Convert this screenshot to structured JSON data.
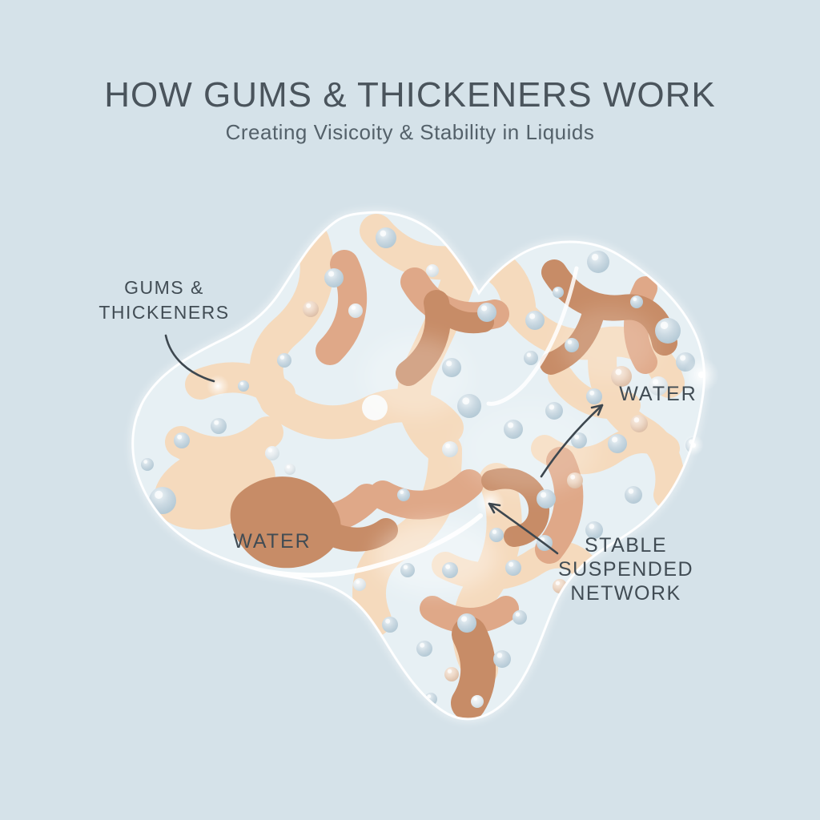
{
  "title": "HOW GUMS & THICKENERS WORK",
  "subtitle": "Creating Visicoity & Stability in Liquids",
  "labels": {
    "gums": {
      "line1": "GUMS &",
      "line2": "THICKENERS"
    },
    "water_left": "WATER",
    "water_right": "WATER",
    "network": {
      "line1": "STABLE",
      "line2": "SUSPENDED",
      "line3": "NETWORK"
    }
  },
  "colors": {
    "background": "#d5e2e9",
    "droplet_fill": "#e7f0f4",
    "droplet_edge": "#ffffff",
    "gum_light": "#f5dabd",
    "gum_mid": "#dfa888",
    "gum_dark": "#c78c67",
    "bubble_blue": "#bed1dc",
    "bubble_peach": "#ecd9ca",
    "bubble_pale": "#e9eef0",
    "text_heading": "#4a545c",
    "text_label": "#414c54",
    "arrow": "#3d474f"
  },
  "scene": {
    "bubbles": [
      [
        482,
        297,
        13,
        "b"
      ],
      [
        540,
        338,
        8,
        "pa"
      ],
      [
        417,
        347,
        12,
        "b"
      ],
      [
        388,
        386,
        10,
        "pe"
      ],
      [
        444,
        388,
        9,
        "pa"
      ],
      [
        608,
        390,
        12,
        "b"
      ],
      [
        668,
        400,
        12,
        "b"
      ],
      [
        697,
        365,
        7,
        "b"
      ],
      [
        747,
        327,
        14,
        "b"
      ],
      [
        795,
        377,
        8,
        "b"
      ],
      [
        834,
        413,
        16,
        "b"
      ],
      [
        856,
        452,
        12,
        "b"
      ],
      [
        776,
        470,
        13,
        "pe"
      ],
      [
        822,
        482,
        12,
        "pa"
      ],
      [
        798,
        529,
        11,
        "pe"
      ],
      [
        866,
        556,
        10,
        "b"
      ],
      [
        714,
        431,
        9,
        "b"
      ],
      [
        663,
        447,
        9,
        "b"
      ],
      [
        742,
        495,
        10,
        "b"
      ],
      [
        692,
        513,
        11,
        "b"
      ],
      [
        641,
        536,
        12,
        "b"
      ],
      [
        723,
        550,
        10,
        "b"
      ],
      [
        771,
        554,
        12,
        "b"
      ],
      [
        791,
        618,
        11,
        "b"
      ],
      [
        718,
        600,
        10,
        "pe"
      ],
      [
        682,
        623,
        12,
        "b"
      ],
      [
        742,
        662,
        11,
        "b"
      ],
      [
        680,
        678,
        10,
        "b"
      ],
      [
        620,
        668,
        9,
        "b"
      ],
      [
        641,
        709,
        10,
        "b"
      ],
      [
        699,
        732,
        9,
        "pe"
      ],
      [
        564,
        459,
        12,
        "b"
      ],
      [
        586,
        507,
        15,
        "b"
      ],
      [
        468,
        509,
        16,
        "w"
      ],
      [
        562,
        561,
        10,
        "pa"
      ],
      [
        355,
        450,
        9,
        "b"
      ],
      [
        304,
        482,
        7,
        "b"
      ],
      [
        273,
        532,
        10,
        "b"
      ],
      [
        227,
        550,
        10,
        "b"
      ],
      [
        184,
        580,
        8,
        "b"
      ],
      [
        203,
        625,
        17,
        "b"
      ],
      [
        340,
        566,
        9,
        "pa"
      ],
      [
        362,
        586,
        7,
        "pa"
      ],
      [
        405,
        764,
        9,
        "pe"
      ],
      [
        449,
        730,
        8,
        "pa"
      ],
      [
        487,
        780,
        10,
        "b"
      ],
      [
        530,
        810,
        10,
        "b"
      ],
      [
        583,
        778,
        12,
        "b"
      ],
      [
        627,
        823,
        11,
        "b"
      ],
      [
        564,
        842,
        9,
        "pe"
      ],
      [
        596,
        876,
        8,
        "pa"
      ],
      [
        538,
        873,
        8,
        "b"
      ],
      [
        649,
        771,
        9,
        "b"
      ],
      [
        562,
        712,
        10,
        "b"
      ],
      [
        509,
        712,
        9,
        "b"
      ],
      [
        504,
        618,
        8,
        "b"
      ]
    ]
  }
}
